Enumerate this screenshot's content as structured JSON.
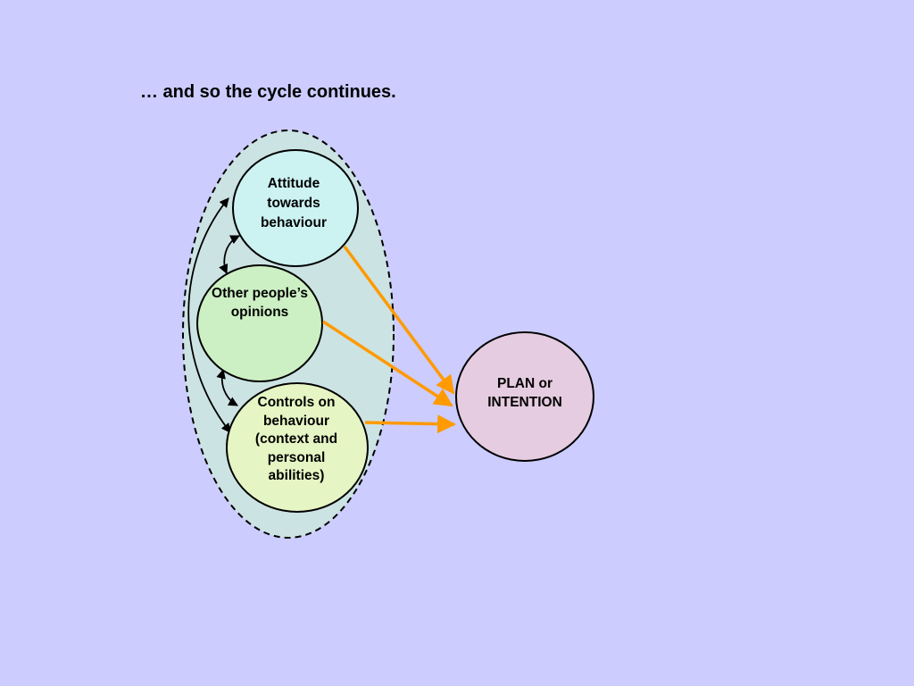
{
  "title": "… and so the cycle continues.",
  "nodes": {
    "attitude": "Attitude towards behaviour",
    "others": "Other people’s opinions",
    "controls": "Controls on behaviour (context and personal abilities)",
    "plan": "PLAN or INTENTION"
  },
  "colors": {
    "background": "#ccccff",
    "group_fill": "#cce3e3",
    "attitude_fill": "#ccf2f2",
    "others_fill": "#ccf0c4",
    "controls_fill": "#e6f5c4",
    "plan_fill": "#e6cce0",
    "arrow_orange": "#ff9a00"
  }
}
